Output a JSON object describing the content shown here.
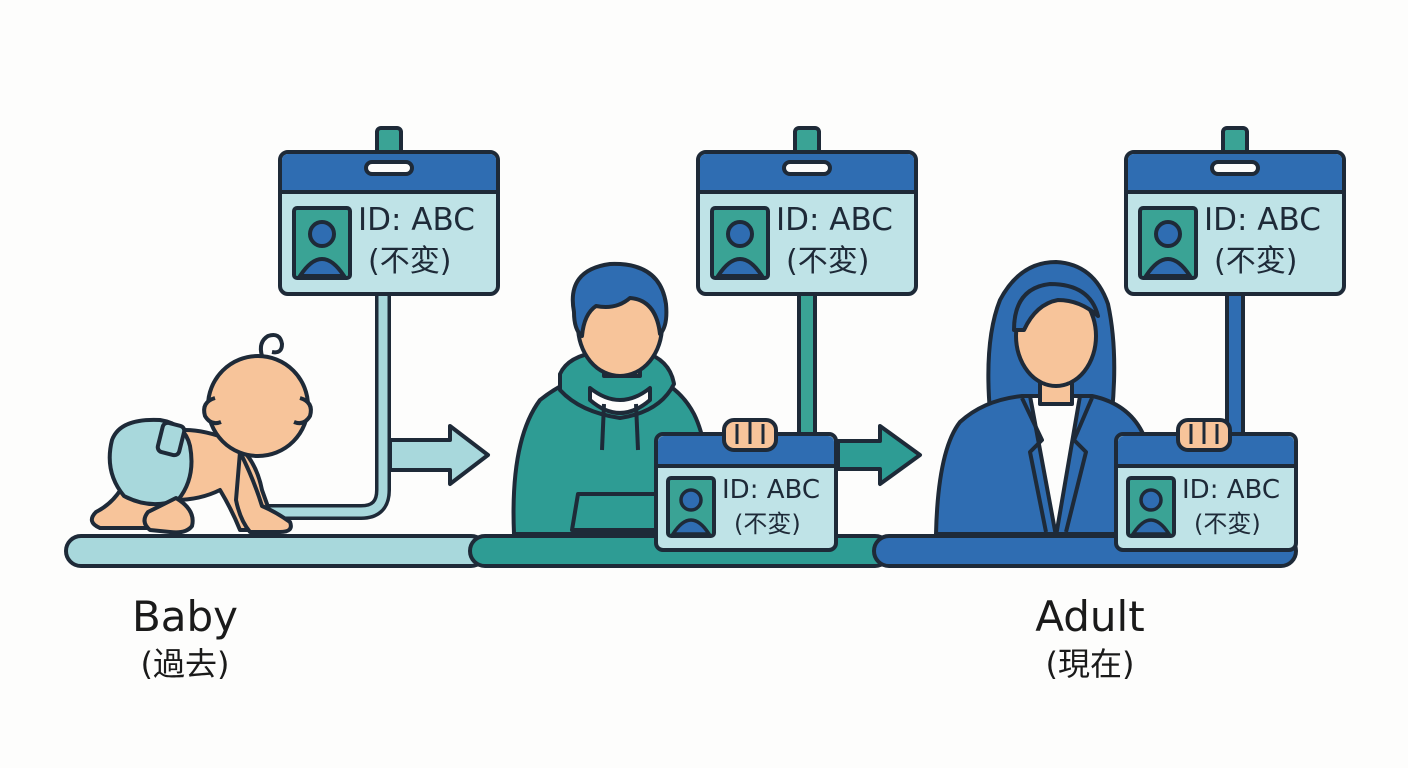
{
  "badge": {
    "id_text": "ID: ABC",
    "note": "(不変)"
  },
  "stages": {
    "baby": {
      "label": "Baby",
      "sub": "(過去)"
    },
    "adult": {
      "label": "Adult",
      "sub": "(現在)"
    }
  },
  "colors": {
    "light_teal": "#a8d8dc",
    "teal": "#2e9c94",
    "blue": "#2f6db2",
    "badge_body": "#bfe3e7",
    "outline": "#1e2a38",
    "skin": "#f7c49a",
    "clip": "#3aa395"
  }
}
